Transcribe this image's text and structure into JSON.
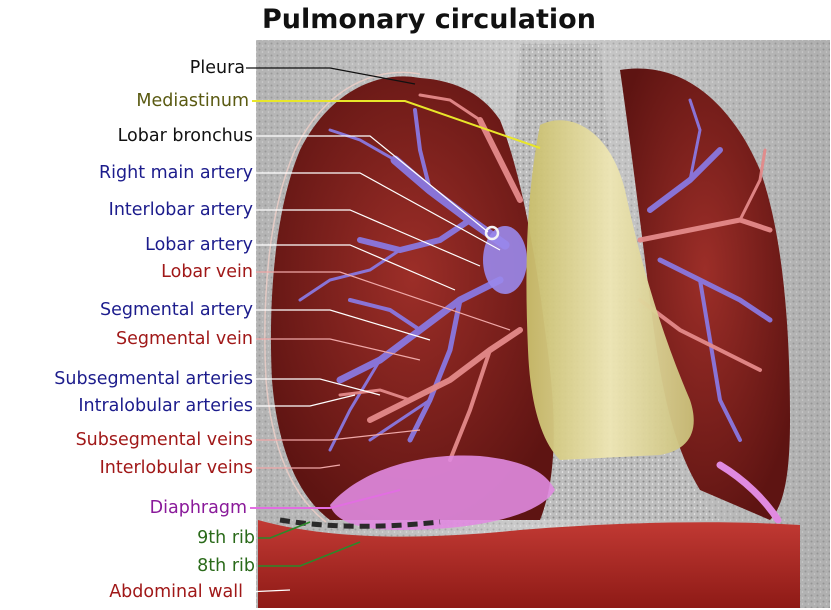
{
  "title": "Pulmonary circulation",
  "labels": [
    {
      "key": "pleura",
      "text": "Pleura",
      "color": "#111111"
    },
    {
      "key": "mediastinum",
      "text": "Mediastinum",
      "color": "#5a5a12"
    },
    {
      "key": "lobar_bronchus",
      "text": "Lobar bronchus",
      "color": "#111111"
    },
    {
      "key": "right_main_artery",
      "text": "Right main artery",
      "color": "#1c1c8c"
    },
    {
      "key": "interlobar_artery",
      "text": "Interlobar artery",
      "color": "#1c1c8c"
    },
    {
      "key": "lobar_artery",
      "text": "Lobar artery",
      "color": "#1c1c8c"
    },
    {
      "key": "lobar_vein",
      "text": "Lobar vein",
      "color": "#a01818"
    },
    {
      "key": "segmental_artery",
      "text": "Segmental artery",
      "color": "#1c1c8c"
    },
    {
      "key": "segmental_vein",
      "text": "Segmental vein",
      "color": "#a01818"
    },
    {
      "key": "subsegmental_arteries",
      "text": "Subsegmental arteries",
      "color": "#1c1c8c"
    },
    {
      "key": "intralobular_arteries",
      "text": "Intralobular arteries",
      "color": "#1c1c8c"
    },
    {
      "key": "subsegmental_veins",
      "text": "Subsegmental veins",
      "color": "#a01818"
    },
    {
      "key": "interlobular_veins",
      "text": "Interlobular veins",
      "color": "#a01818"
    },
    {
      "key": "diaphragm",
      "text": "Diaphragm",
      "color": "#8a1a9a"
    },
    {
      "key": "rib_9",
      "text": "9th rib",
      "color": "#2a6a1a"
    },
    {
      "key": "rib_8",
      "text": "8th rib",
      "color": "#2a6a1a"
    },
    {
      "key": "abdominal_wall",
      "text": "Abdominal wall",
      "color": "#a01818"
    }
  ],
  "colors": {
    "lung_tissue": "#7e1f1c",
    "artery": "#8a78e0",
    "vein": "#e48a8a",
    "mediastinum": "#e4dca0",
    "diaphragm": "#e08ae0",
    "abdominal_wall": "#b02622",
    "bone": "#cfcfcf"
  }
}
